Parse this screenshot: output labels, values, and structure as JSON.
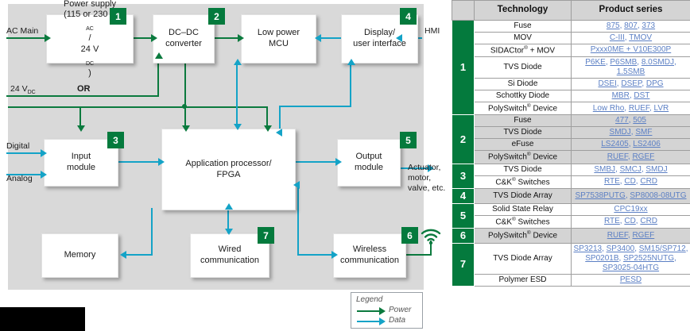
{
  "diagram": {
    "blocks": [
      {
        "id": "power-supply",
        "label": "Power supply (115 or 230 VAC/ 24 VDC)",
        "badge": "1"
      },
      {
        "id": "dcdc",
        "label": "DC–DC converter",
        "badge": "2"
      },
      {
        "id": "mcu",
        "label": "Low power MCU",
        "badge": ""
      },
      {
        "id": "display",
        "label": "Display/ user interface",
        "badge": "4"
      },
      {
        "id": "input",
        "label": "Input module",
        "badge": "3"
      },
      {
        "id": "appproc",
        "label": "Application processor/ FPGA",
        "badge": ""
      },
      {
        "id": "output",
        "label": "Output module",
        "badge": "5"
      },
      {
        "id": "memory",
        "label": "Memory",
        "badge": ""
      },
      {
        "id": "wired",
        "label": "Wired communication",
        "badge": "7"
      },
      {
        "id": "wireless",
        "label": "Wireless communication",
        "badge": "6"
      }
    ],
    "block_text": {
      "power_supply_l1": "Power supply",
      "power_supply_l2": "(115 or 230 V",
      "power_supply_l2b": "AC",
      "power_supply_l2c": "/",
      "power_supply_l3": "24 V",
      "power_supply_l3b": "DC",
      "power_supply_l3c": ")",
      "dcdc_l1": "DC–DC",
      "dcdc_l2": "converter",
      "mcu_l1": "Low power",
      "mcu_l2": "MCU",
      "display_l1": "Display/",
      "display_l2": "user interface",
      "input_l1": "Input",
      "input_l2": "module",
      "app_l1": "Application processor/",
      "app_l2": "FPGA",
      "output_l1": "Output",
      "output_l2": "module",
      "memory_l1": "Memory",
      "wired_l1": "Wired",
      "wired_l2": "communication",
      "wireless_l1": "Wireless",
      "wireless_l2": "communication"
    },
    "badges": {
      "b1": "1",
      "b2": "2",
      "b4": "4",
      "b3": "3",
      "b5": "5",
      "b7": "7",
      "b6": "6"
    },
    "labels": {
      "ac_main": "AC Main",
      "dc24": "24 V",
      "dc24_sub": "DC",
      "or": "OR",
      "digital": "Digital",
      "analog": "Analog",
      "hmi": "HMI",
      "actuator_l1": "Actuator,",
      "actuator_l2": "motor,",
      "actuator_l3": "valve, etc."
    },
    "legend": {
      "title": "Legend",
      "power": "Power",
      "data": "Data"
    },
    "colors": {
      "power": "#0b7a3e",
      "data": "#14a3c7",
      "badge": "#047a3d",
      "canvas": "#d9d9d9"
    }
  },
  "table": {
    "headers": [
      "",
      "Technology",
      "Product series"
    ],
    "groups": [
      {
        "num": "1",
        "shaded": false,
        "rows": [
          {
            "tech": "Fuse",
            "tech_sup": "",
            "prod": "875, 807, 373"
          },
          {
            "tech": "MOV",
            "tech_sup": "",
            "prod": "C-III, TMOV"
          },
          {
            "tech": "SIDACtor® + MOV",
            "tech_sup": "",
            "prod": "Pxxx0ME + V10E300P"
          },
          {
            "tech": "TVS Diode",
            "tech_sup": "",
            "prod": "P6KE, P6SMB, 8.0SMDJ, 1.5SMB"
          },
          {
            "tech": "Si Diode",
            "tech_sup": "",
            "prod": "DSEI, DSEP, DPG"
          },
          {
            "tech": "Schottky Diode",
            "tech_sup": "",
            "prod": "MBR, DST"
          },
          {
            "tech": "PolySwitch® Device",
            "tech_sup": "",
            "prod": "Low Rho, RUEF, LVR"
          }
        ]
      },
      {
        "num": "2",
        "shaded": true,
        "rows": [
          {
            "tech": "Fuse",
            "tech_sup": "",
            "prod": "477, 505"
          },
          {
            "tech": "TVS Diode",
            "tech_sup": "",
            "prod": "SMDJ, SMF"
          },
          {
            "tech": "eFuse",
            "tech_sup": "",
            "prod": "LS2405, LS2406"
          },
          {
            "tech": "PolySwitch® Device",
            "tech_sup": "",
            "prod": "RUEF, RGEF"
          }
        ]
      },
      {
        "num": "3",
        "shaded": false,
        "rows": [
          {
            "tech": "TVS Diode",
            "tech_sup": "",
            "prod": "SMBJ, SMCJ, SMDJ"
          },
          {
            "tech": "C&K® Switches",
            "tech_sup": "",
            "prod": "RTE, CD, CRD"
          }
        ]
      },
      {
        "num": "4",
        "shaded": true,
        "rows": [
          {
            "tech": "TVS Diode Array",
            "tech_sup": "",
            "prod": "SP7538PUTG, SP8008-08UTG"
          }
        ]
      },
      {
        "num": "5",
        "shaded": false,
        "rows": [
          {
            "tech": "Solid State Relay",
            "tech_sup": "",
            "prod": "CPC19xx"
          },
          {
            "tech": "C&K® Switches",
            "tech_sup": "",
            "prod": "RTE, CD, CRD"
          }
        ]
      },
      {
        "num": "6",
        "shaded": true,
        "rows": [
          {
            "tech": "PolySwitch® Device",
            "tech_sup": "",
            "prod": "RUEF, RGEF"
          }
        ]
      },
      {
        "num": "7",
        "shaded": false,
        "rows": [
          {
            "tech": "TVS Diode Array",
            "tech_sup": "",
            "prod": "SP3213, SP3400, SM15/SP712, SP0201B, SP2525NUTG, SP3025-04HTG"
          },
          {
            "tech": "Polymer ESD",
            "tech_sup": "",
            "prod": "PESD"
          }
        ]
      }
    ]
  }
}
